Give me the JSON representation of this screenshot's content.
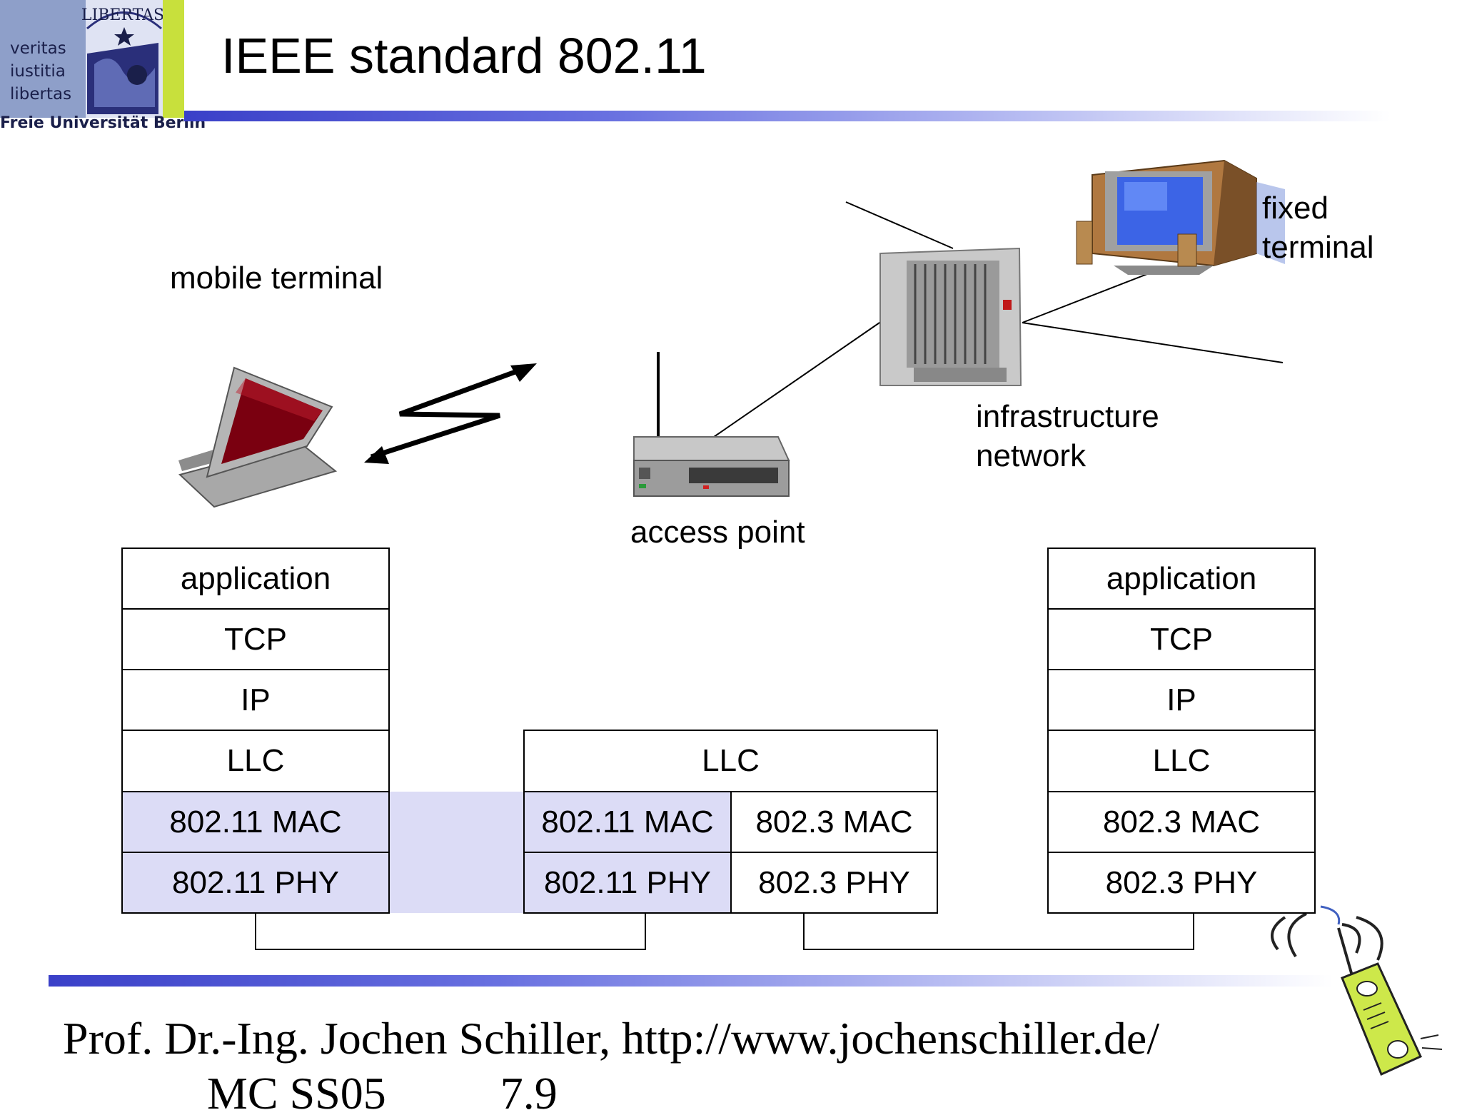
{
  "logo": {
    "motto": [
      "veritas",
      "iustitia",
      "libertas"
    ],
    "seal_text": "LIBERTAS",
    "university": "Freie Universität Berlin"
  },
  "title": "IEEE standard 802.11",
  "labels": {
    "mobile_terminal": "mobile terminal",
    "access_point": "access point",
    "infrastructure_network": [
      "infrastructure",
      "network"
    ],
    "fixed_terminal": [
      "fixed",
      "terminal"
    ]
  },
  "stacks": {
    "mobile": [
      "application",
      "TCP",
      "IP",
      "LLC",
      "802.11 MAC",
      "802.11 PHY"
    ],
    "access_point": {
      "llc": "LLC",
      "left": [
        "802.11 MAC",
        "802.11 PHY"
      ],
      "right": [
        "802.3 MAC",
        "802.3 PHY"
      ]
    },
    "fixed": [
      "application",
      "TCP",
      "IP",
      "LLC",
      "802.3 MAC",
      "802.3 PHY"
    ]
  },
  "footer": {
    "line1": "Prof. Dr.-Ing. Jochen Schiller, http://www.jochenschiller.de/",
    "line2": "MC SS05          7.9"
  },
  "colors": {
    "wireless_fill": "#dcdcf6",
    "bar_start": "#3a40c8",
    "logo_blue": "#8e9fc9",
    "logo_green": "#c8e03c"
  }
}
